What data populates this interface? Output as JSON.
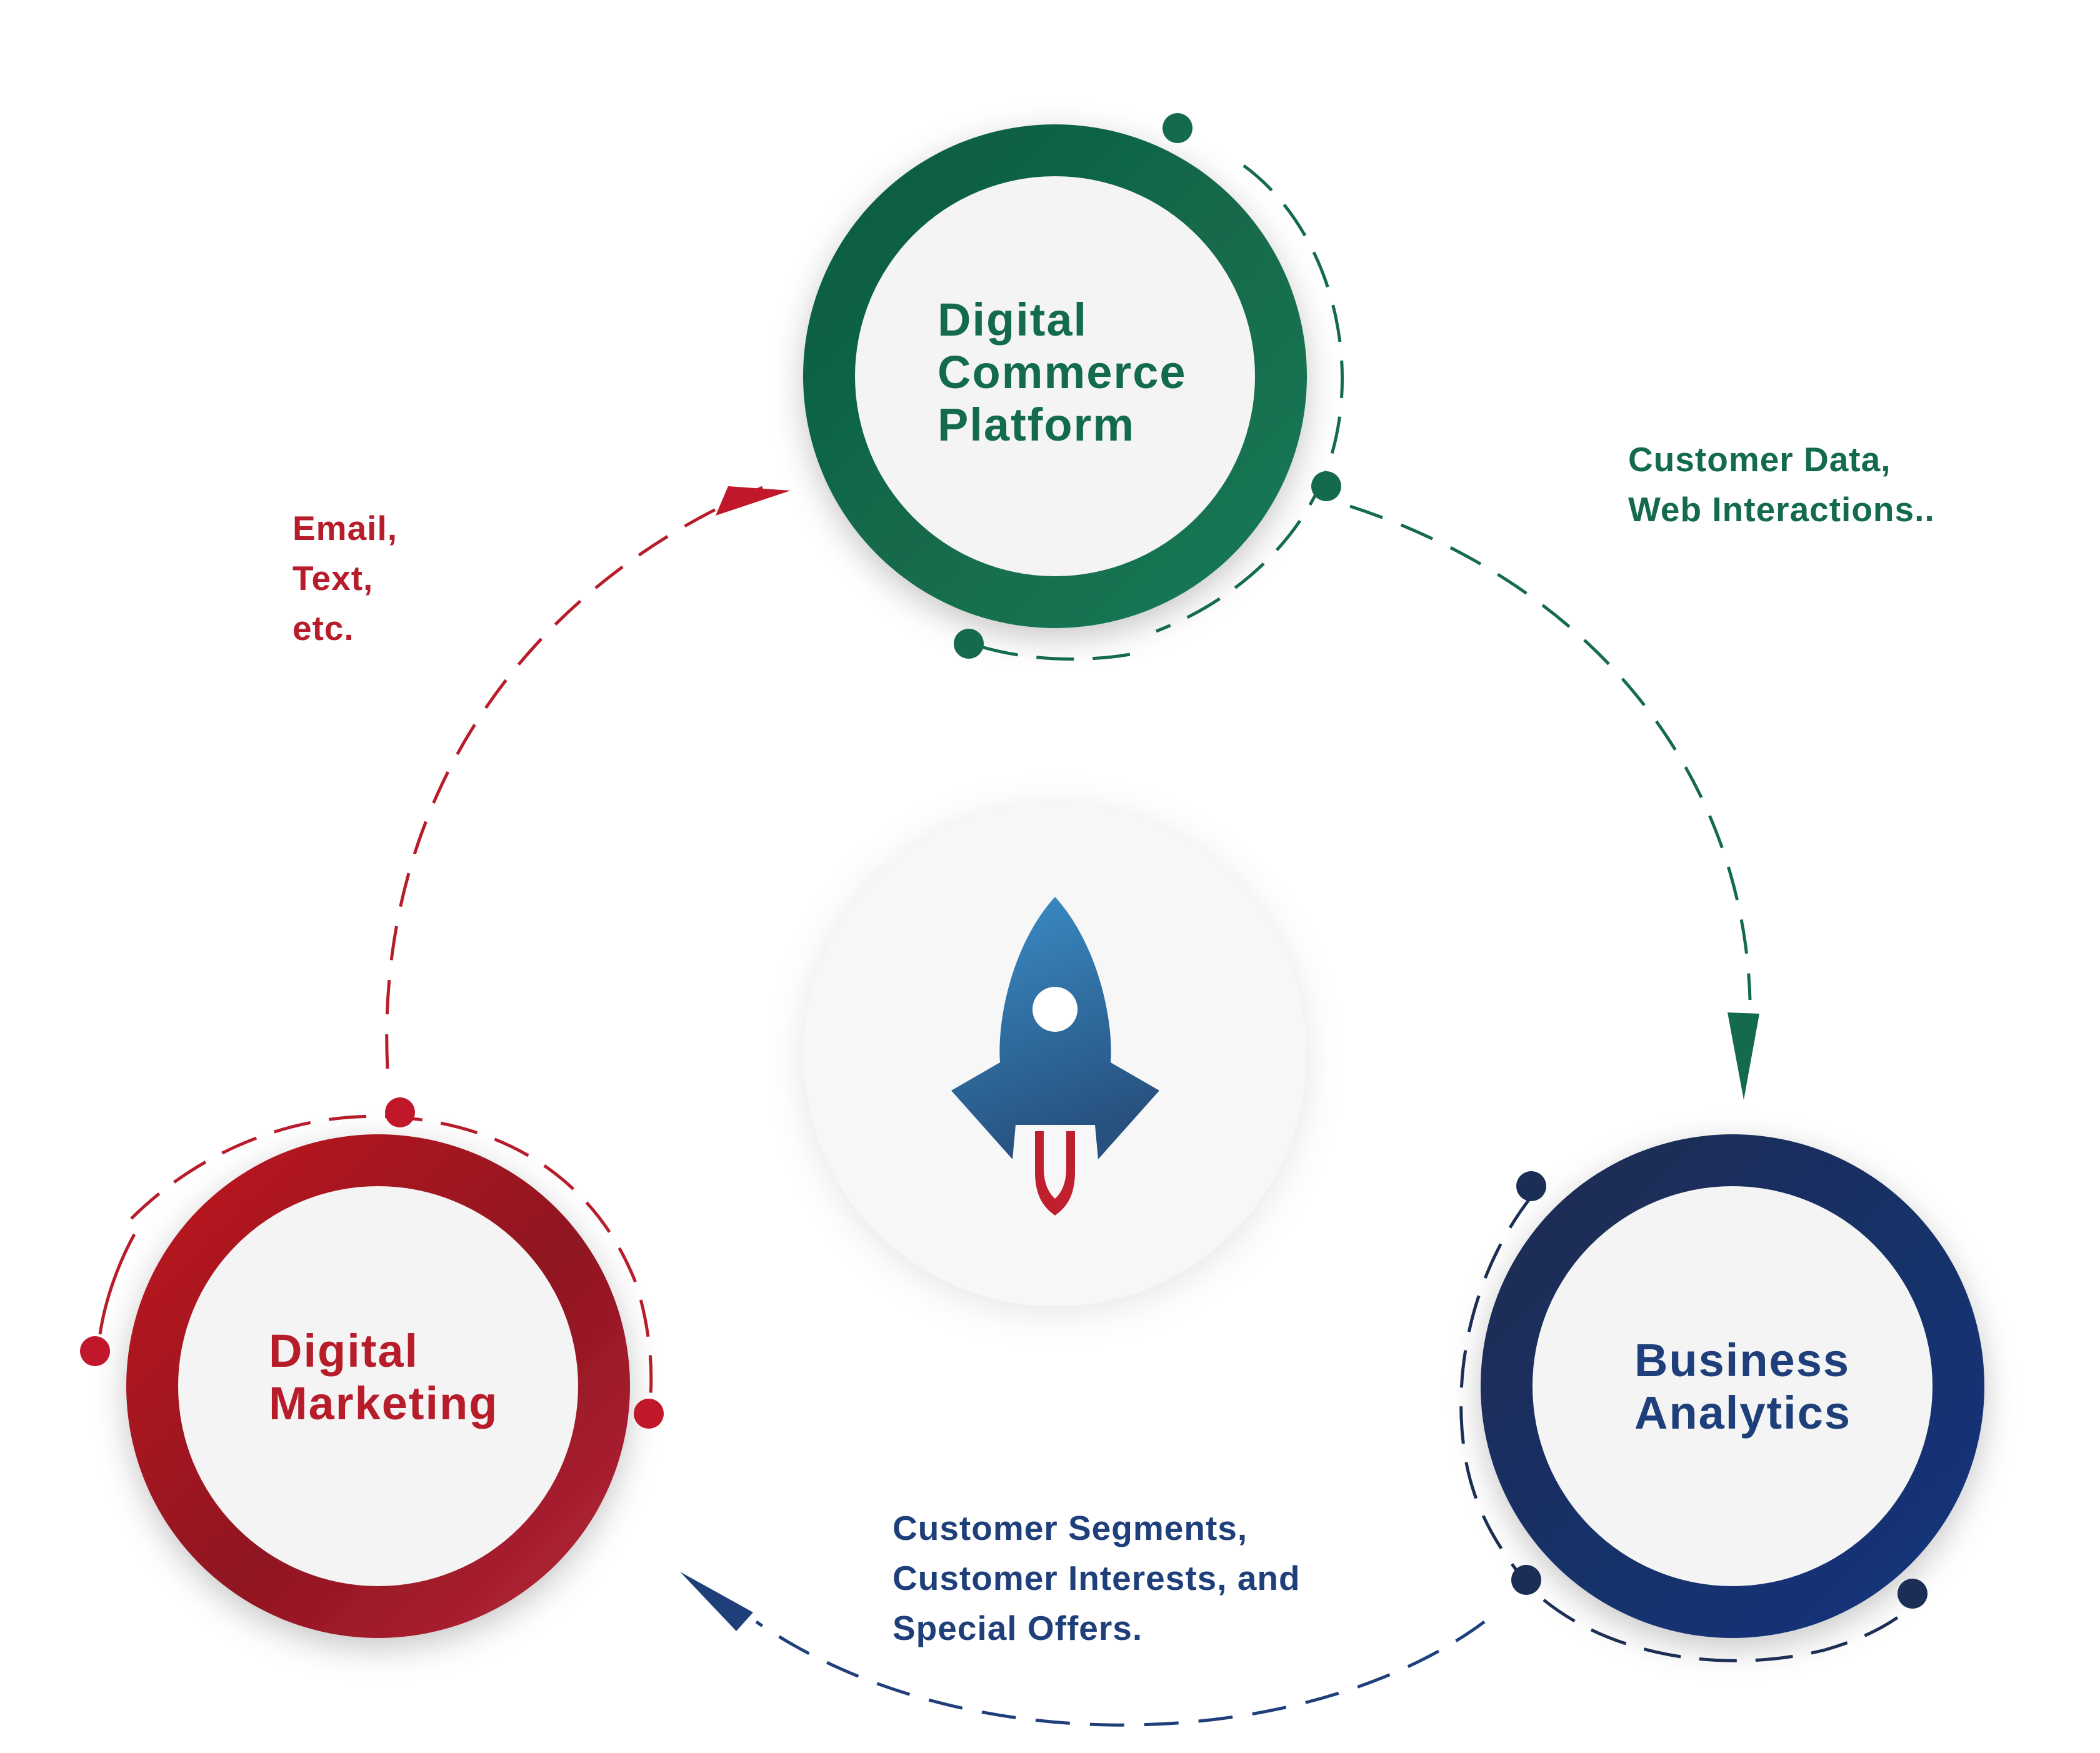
{
  "nodes": {
    "commerce": {
      "lines": [
        "Digital",
        "Commerce",
        "Platform"
      ],
      "color": "#146b4b"
    },
    "marketing": {
      "lines": [
        "Digital",
        "Marketing"
      ],
      "color": "#b71c2a"
    },
    "analytics": {
      "lines": [
        "Business",
        "Analytics"
      ],
      "color": "#1f3f7a"
    }
  },
  "flows": {
    "email": {
      "lines": [
        "Email,",
        "Text,",
        "etc."
      ],
      "color": "#b71c2a"
    },
    "customer_data": {
      "lines": [
        "Customer Data,",
        "Web Interactions.."
      ],
      "color": "#146b4b"
    },
    "segments": {
      "lines": [
        "Customer Segments,",
        "Customer Interests, and",
        "Special Offers."
      ],
      "color": "#1f3f7a"
    }
  },
  "center": {
    "icon": "rocket-icon",
    "rocket_color": "#2e6fb0",
    "flame_color": "#c0202e"
  }
}
